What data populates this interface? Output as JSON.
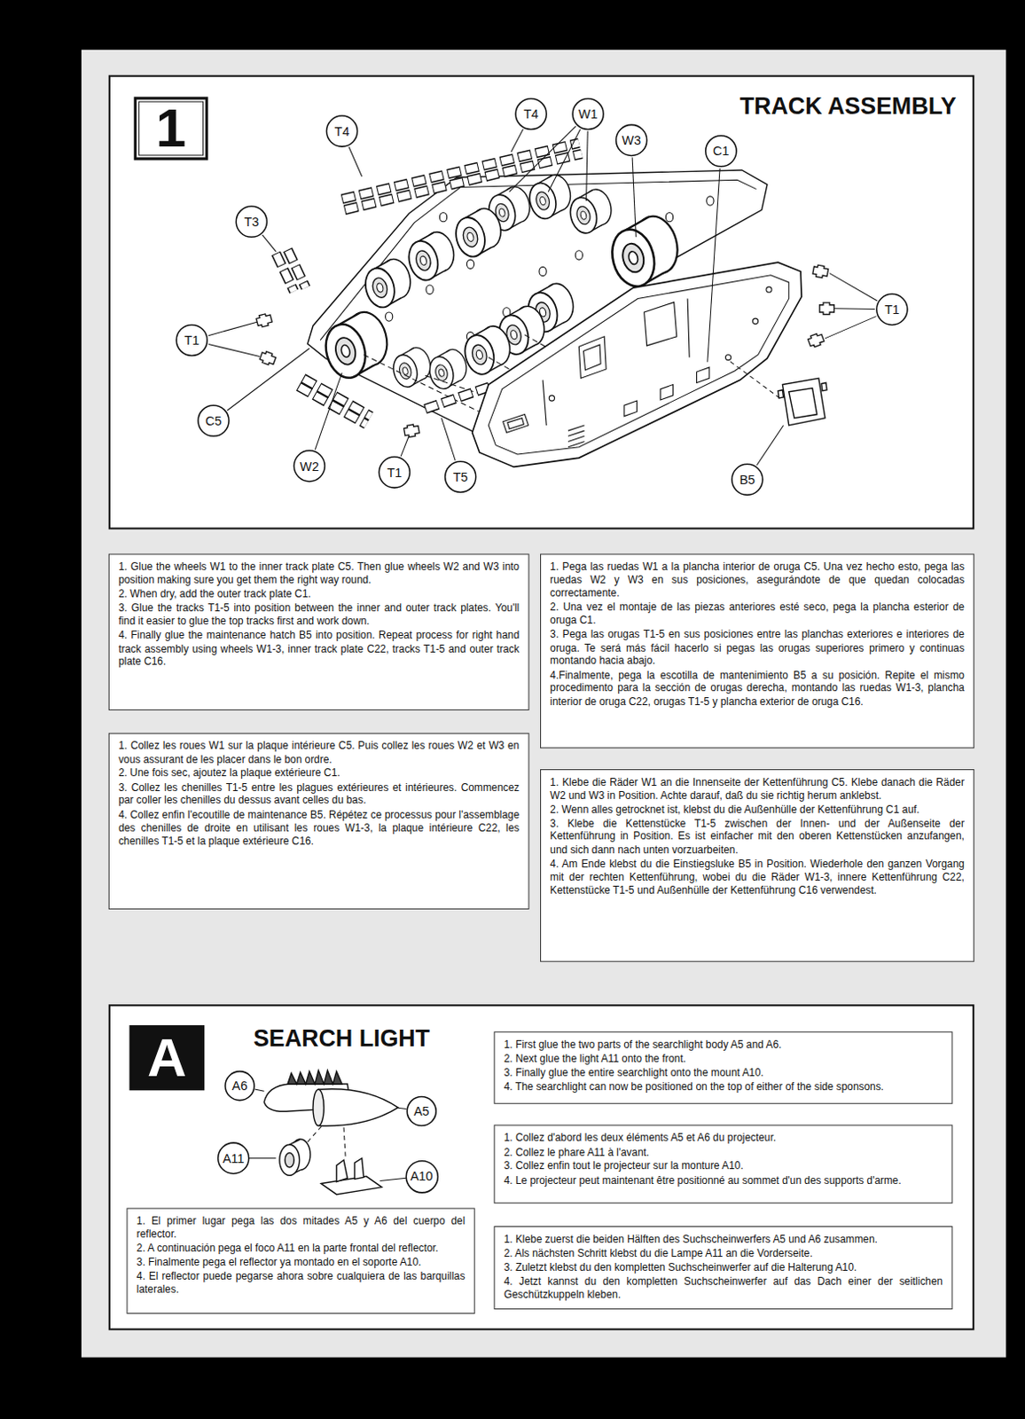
{
  "diagram": {
    "nodes": [
      {
        "text": [
          "TRACK ASSEMBLY"
        ]
      },
      {
        "text": [
          "1"
        ],
        "in": 0
      },
      {
        "text": [
          "T4"
        ],
        "in": 0
      },
      {
        "text": [
          "T4"
        ],
        "in": 0
      },
      {
        "text": [
          "W1"
        ],
        "in": 0
      },
      {
        "text": [
          "W3"
        ],
        "in": 0
      },
      {
        "text": [
          "C1"
        ],
        "in": 0
      },
      {
        "text": [
          "T3"
        ],
        "in": 0
      },
      {
        "text": [
          "T1"
        ],
        "in": 0
      },
      {
        "text": [
          "T1"
        ],
        "in": 0
      },
      {
        "text": [
          "C5"
        ],
        "in": 0
      },
      {
        "text": [
          "W2"
        ],
        "in": 0
      },
      {
        "text": [
          "T1"
        ],
        "in": 0
      },
      {
        "text": [
          "T5"
        ],
        "in": 0
      },
      {
        "text": [
          "B5"
        ],
        "in": 0
      },
      {
        "text": [
          "1. Glue the wheels W1 to the inner track plate C5. Then glue wheels W2 and W3 into position making sure you get them the right way round.",
          "2. When dry, add the outer track plate C1.",
          "3. Glue the tracks T1-5 into position between the inner and outer track plates. You'll find it easier to glue the top tracks first and work down.",
          "4. Finally glue the maintenance hatch B5 into position. Repeat process for right hand track assembly using wheels W1-3, inner track plate C22, tracks T1-5 and outer track plate C16."
        ]
      },
      {
        "text": [
          "1. Pega las ruedas W1 a la plancha interior de oruga C5. Una vez hecho esto, pega las ruedas W2 y W3 en sus posiciones, asegurándote de que quedan colocadas correctamente.",
          "2. Una vez el montaje de las piezas anteriores esté seco, pega la plancha esterior de oruga C1.",
          "3. Pega las orugas T1-5 en sus posiciones entre las planchas exteriores e interiores de oruga. Te será más fácil hacerlo si pegas las orugas superiores primero y continuas montando hacia abajo.",
          "4.Finalmente, pega la escotilla de mantenimiento B5 a su posición. Repite el mismo procedimento para la sección de orugas derecha, montando las ruedas W1-3, plancha interior de oruga C22, orugas T1-5 y plancha exterior de oruga C16."
        ]
      },
      {
        "text": [
          "1. Collez les roues W1 sur la plaque intérieure C5. Puis collez les roues W2 et W3 en vous assurant de les placer dans le bon ordre.",
          "2. Une fois sec, ajoutez la plaque extérieure C1.",
          "3. Collez les chenilles T1-5 entre les plagues extérieures et intérieures. Commencez par coller les chenilles du dessus avant celles du bas.",
          "4. Collez enfin l'ecoutille de maintenance B5. Répétez ce processus pour l'assemblage des chenilles de droite en utilisant les roues W1-3, la plaque intérieure C22, les chenilles T1-5 et la plaque extérieure C16."
        ]
      },
      {
        "text": [
          "1. Klebe die Räder W1 an die Innenseite der Kettenführung C5. Klebe danach die Räder W2 und W3 in Position. Achte darauf, daß du sie richtig herum anklebst.",
          "2. Wenn alles getrocknet ist, klebst du die Außenhülle der Kettenführung C1 auf.",
          "3. Klebe die Kettenstücke T1-5 zwischen der Innen- und der Außenseite der Kettenführung in Position. Es ist einfacher mit den oberen Kettenstücken anzufangen, und sich dann nach unten vorzuarbeiten.",
          "4. Am Ende klebst du die Einstiegsluke B5 in Position. Wiederhole den ganzen Vorgang mit der rechten Kettenführung, wobei du die Räder W1-3, innere Kettenführung C22, Kettenstücke T1-5 und Außenhülle der Kettenführung C16 verwendest."
        ]
      },
      {
        "text": [
          "SEARCH LIGHT"
        ]
      },
      {
        "text": [
          "A"
        ],
        "in": 19
      },
      {
        "text": [
          "A6"
        ],
        "in": 19
      },
      {
        "text": [
          "A5"
        ],
        "in": 19
      },
      {
        "text": [
          "A11"
        ],
        "in": 19
      },
      {
        "text": [
          "A10"
        ],
        "in": 19
      },
      {
        "text": [
          "1. First glue the two parts of the searchlight body A5 and A6.",
          "2. Next glue the light A11 onto the front.",
          "3. Finally glue the entire searchlight onto the mount A10.",
          "4. The searchlight can now be positioned on the top of either of the side sponsons."
        ],
        "in": 19
      },
      {
        "text": [
          "1. Collez d'abord les deux éléments A5 et A6 du projecteur.",
          "2. Collez le phare A11 à l'avant.",
          "3. Collez enfin tout le projecteur sur la monture A10.",
          "4. Le projecteur peut maintenant être positionné au sommet d'un des supports d'arme."
        ],
        "in": 19
      },
      {
        "text": [
          "1. El primer lugar pega las dos mitades A5 y A6 del cuerpo del reflector.",
          "2. A continuación pega el foco A11 en la parte frontal del reflector.",
          "3. Finalmente pega el reflector ya montado en el soporte A10.",
          "4. El reflector puede pegarse ahora sobre cualquiera de las barquillas laterales."
        ],
        "in": 19
      },
      {
        "text": [
          "1. Klebe zuerst die beiden Hälften des Suchscheinwerfers A5 und A6 zusammen.",
          "2. Als nächsten Schritt klebst du die Lampe A11 an die Vorderseite.",
          "3. Zuletzt klebst du den kompletten Suchscheinwerfer auf die Halterung A10.",
          "4. Jetzt kannst du den kompletten Suchscheinwerfer auf das Dach einer der seitlichen Geschützkuppeln kleben."
        ],
        "in": 19
      }
    ]
  }
}
